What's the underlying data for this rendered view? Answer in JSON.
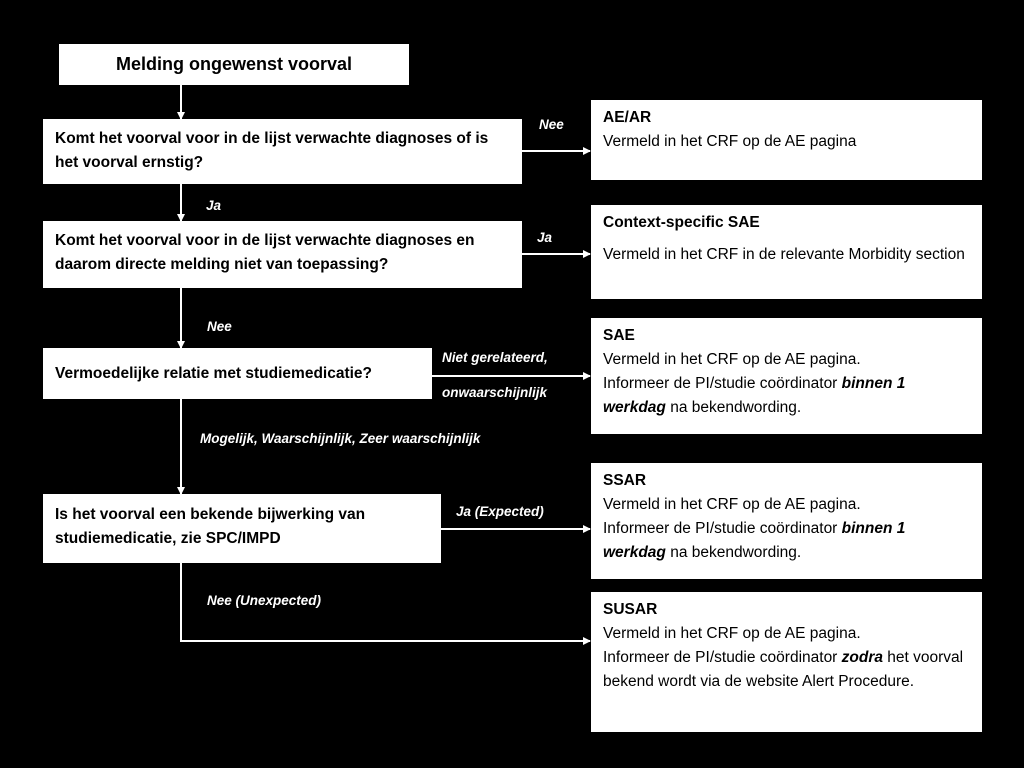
{
  "start": {
    "title": "Melding ongewenst voorval"
  },
  "questions": {
    "q1": "Komt het voorval voor in de lijst verwachte diagnoses of is het voorval ernstig?",
    "q2": "Komt het voorval voor in de lijst verwachte diagnoses en daarom directe melding niet van toepassing?",
    "q3": "Vermoedelijke relatie met studiemedicatie?",
    "q4": "Is het voorval een bekende bijwerking van studiemedicatie, zie SPC/IMPD"
  },
  "edge_labels": {
    "q1_to_q2": "Ja",
    "q1_to_ae": "Nee",
    "q2_to_context": "Ja",
    "q2_to_q3": "Nee",
    "q3_to_sae_1": "Niet gerelateerd,",
    "q3_to_sae_2": "onwaarschijnlijk",
    "q3_to_q4": "Mogelijk, Waarschijnlijk, Zeer waarschijnlijk",
    "q4_to_ssar": "Ja (Expected)",
    "q4_to_susar": "Nee (Unexpected)"
  },
  "outcomes": {
    "ae": {
      "title": "AE/AR",
      "line1": "Vermeld in het CRF op de AE pagina"
    },
    "context": {
      "title": "Context-specific SAE",
      "line1": "Vermeld in het CRF in de relevante Morbidity section"
    },
    "sae": {
      "title": "SAE",
      "line1": "Vermeld in het CRF op de AE pagina.",
      "pre": "Informeer de PI/studie coördinator ",
      "emphasis": "binnen 1 werkdag",
      "post": " na bekendwording."
    },
    "ssar": {
      "title": "SSAR",
      "line1": "Vermeld in het CRF op de AE pagina.",
      "pre": "Informeer de PI/studie coördinator ",
      "emphasis": "binnen 1 werkdag",
      "post": " na bekendwording."
    },
    "susar": {
      "title": "SUSAR",
      "line1": "Vermeld in het CRF op de AE pagina.",
      "pre": "Informeer de PI/studie coördinator ",
      "emphasis": "zodra",
      "post": " het voorval bekend wordt via de website Alert Procedure."
    }
  }
}
